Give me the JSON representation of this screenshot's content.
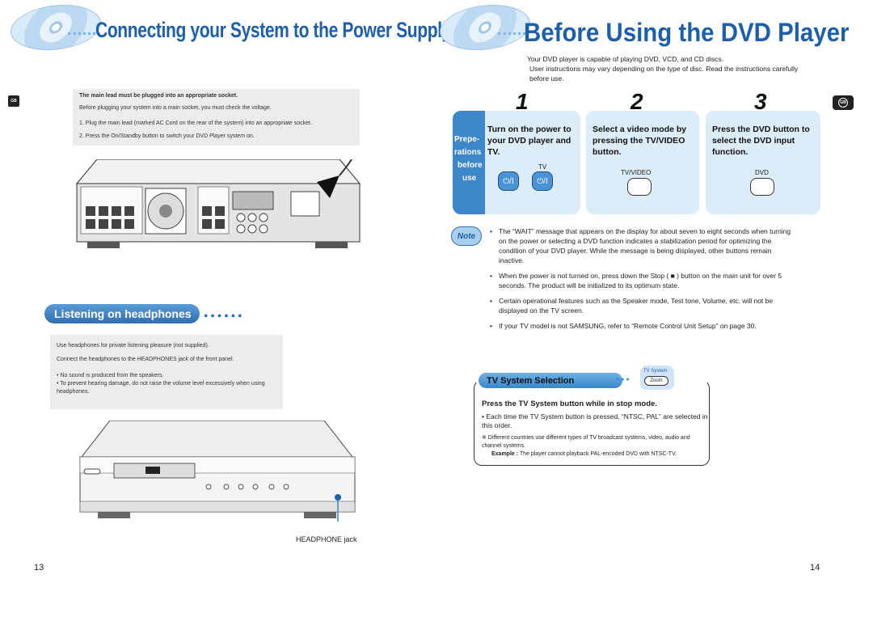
{
  "left_page": {
    "title": "Connecting your System to the Power Supply",
    "lang_tab": "GB",
    "power_box": {
      "heading": "The main lead must be plugged into an appropriate socket.",
      "intro": "Before plugging your system into a main socket, you must check the voltage.",
      "steps": [
        "1. Plug the main lead (marked AC Cord on the rear of the system) into an appropriate socket.",
        "2. Press the On/Standby button to switch your DVD Player system on."
      ]
    },
    "headphones": {
      "section_title": "Listening on headphones",
      "lines": [
        "Use headphones for private listening pleasure (not supplied).",
        "Connect the headphones to the HEADPHONES jack of the front panel."
      ],
      "notes": [
        "• No sound is produced from the speakers.",
        "• To prevent hearing damage, do not raise the volume level excessively when using headphones."
      ],
      "jack_label": "HEADPHONE jack"
    },
    "page_number": "13"
  },
  "right_page": {
    "title": "Before Using the DVD Player",
    "lang_tab": "GB",
    "intro_lines": [
      "Your DVD player is capable of playing DVD, VCD, and CD discs.",
      "User instructions may vary depending on the type of disc. Read the instructions carefully before use."
    ],
    "prep_words": [
      "Prepe-",
      "rations",
      "before",
      "use"
    ],
    "steps": [
      {
        "number": "1",
        "text": "Turn on the power to your DVD player and TV.",
        "button_label": "TV"
      },
      {
        "number": "2",
        "text": "Select a video mode by pressing the TV/VIDEO button.",
        "button_label": "TV/VIDEO"
      },
      {
        "number": "3",
        "text": "Press the DVD button to select the DVD input function.",
        "button_label": "DVD"
      }
    ],
    "note_badge": "Note",
    "note_bullets": [
      "The “WAIT” message that appears on the display for about seven to eight seconds when turning on the power or selecting a DVD function indicates a stabilization period for optimizing the condition of your DVD player. While the message is being displayed, other buttons remain inactive.",
      "When the power is not turned on, press down the Stop ( ■ ) button on the main unit for over 5 seconds. The product will be initialized to its optimum state.",
      "Certain operational features such as the Speaker mode, Test tone, Volume, etc. will not be displayed on the TV screen.",
      "If your TV model is not SAMSUNG, refer to “Remote Control Unit Setup” on page 30."
    ],
    "tv_system": {
      "pill": "TV System Selection",
      "button_caption": "TV System",
      "button_label": "Zoom",
      "heading": "Press the TV System button while in stop mode.",
      "bullet": "• Each time the TV System button is pressed, “NTSC, PAL” are selected in this order.",
      "note": "※ Different countries use different types of TV broadcast systems, video, audio and channel systems.",
      "example_label": "Example :",
      "example_text": "The player cannot playback PAL-encoded DVD with NTSC-TV."
    },
    "page_number": "14"
  }
}
